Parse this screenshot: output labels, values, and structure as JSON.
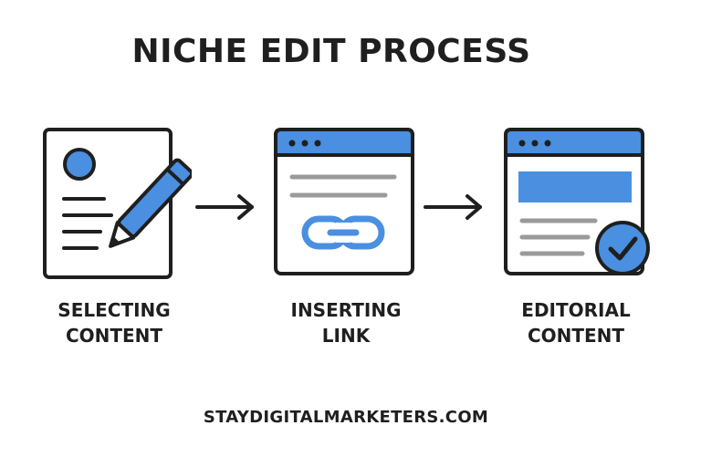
{
  "title": "NICHE EDIT PROCESS",
  "steps": [
    {
      "line1": "SELECTING",
      "line2": "CONTENT",
      "icon": "document-pencil-icon"
    },
    {
      "line1": "INSERTING",
      "line2": "LINK",
      "icon": "browser-link-icon"
    },
    {
      "line1": "EDITORIAL",
      "line2": "CONTENT",
      "icon": "browser-check-icon"
    }
  ],
  "footer": "STAYDIGITALMARKETERS.COM",
  "colors": {
    "accent": "#4a8fe0",
    "outline": "#1f1f1f",
    "line_gray": "#9a9a9a",
    "background": "#ffffff"
  }
}
